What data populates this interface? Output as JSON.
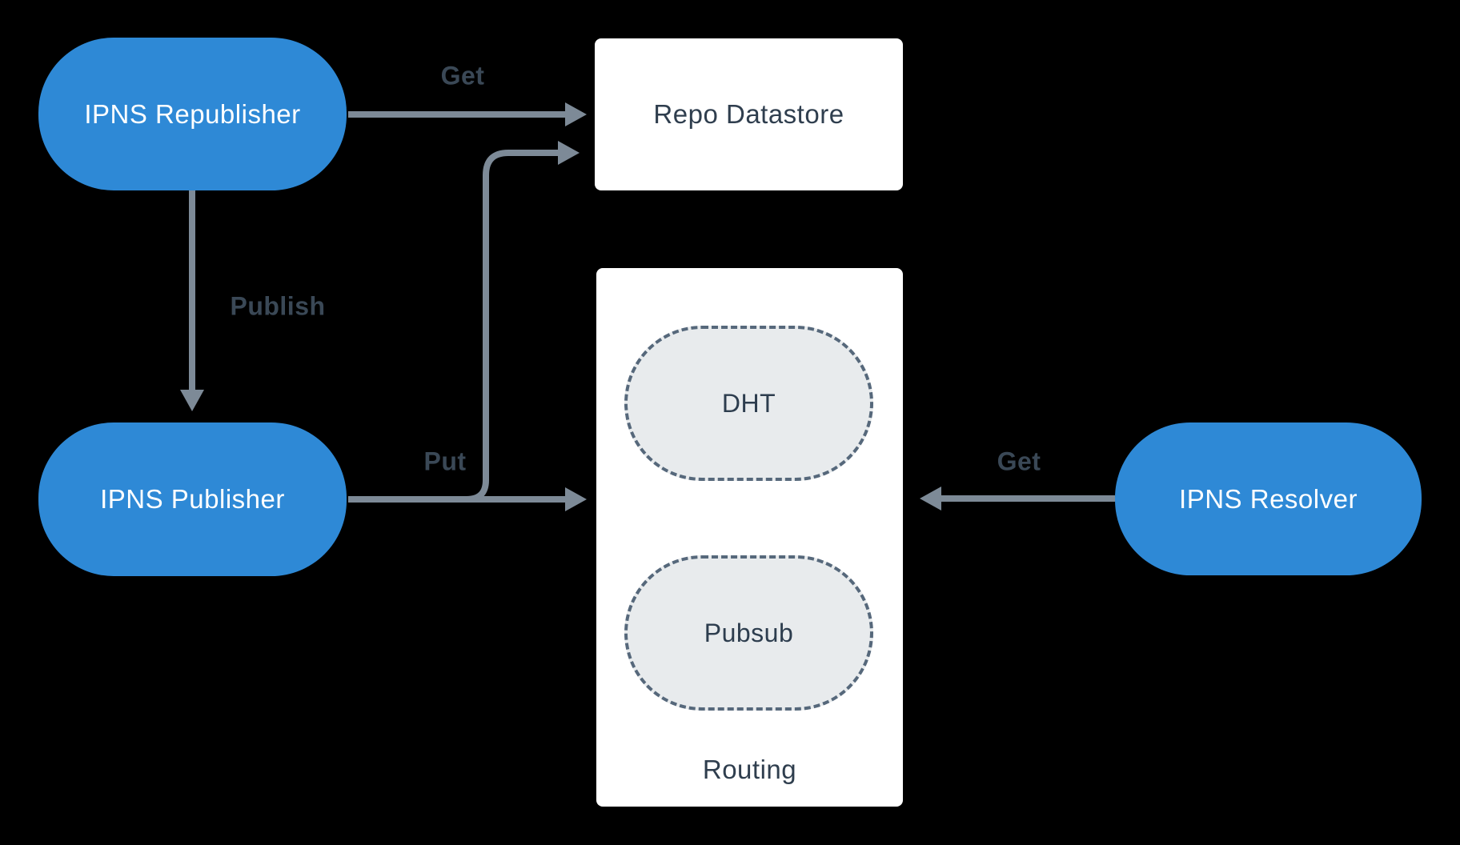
{
  "canvas": {
    "background": "#000000"
  },
  "colors": {
    "node_fill": "#2e89d6",
    "node_text": "#ffffff",
    "box_fill": "#ffffff",
    "box_text": "#2f3e4e",
    "arrow": "#7d8a97",
    "edge_label_text": "#3a4856",
    "dashed_pill_fill": "#e8ebed",
    "dashed_pill_border": "#56687b"
  },
  "nodes": {
    "republisher": {
      "label": "IPNS Republisher"
    },
    "repo_datastore": {
      "label": "Repo Datastore"
    },
    "publisher": {
      "label": "IPNS Publisher"
    },
    "resolver": {
      "label": "IPNS Resolver"
    },
    "routing": {
      "label": "Routing"
    },
    "dht": {
      "label": "DHT"
    },
    "pubsub": {
      "label": "Pubsub"
    }
  },
  "edges": {
    "get_top": {
      "label": "Get",
      "from": "IPNS Republisher",
      "to": "Repo Datastore"
    },
    "publish": {
      "label": "Publish",
      "from": "IPNS Republisher",
      "to": "IPNS Publisher"
    },
    "put": {
      "label": "Put",
      "from": "IPNS Publisher",
      "to": "Routing"
    },
    "put_branch": {
      "from": "IPNS Publisher",
      "to": "Repo Datastore"
    },
    "get_right": {
      "label": "Get",
      "from": "IPNS Resolver",
      "to": "Routing"
    }
  }
}
